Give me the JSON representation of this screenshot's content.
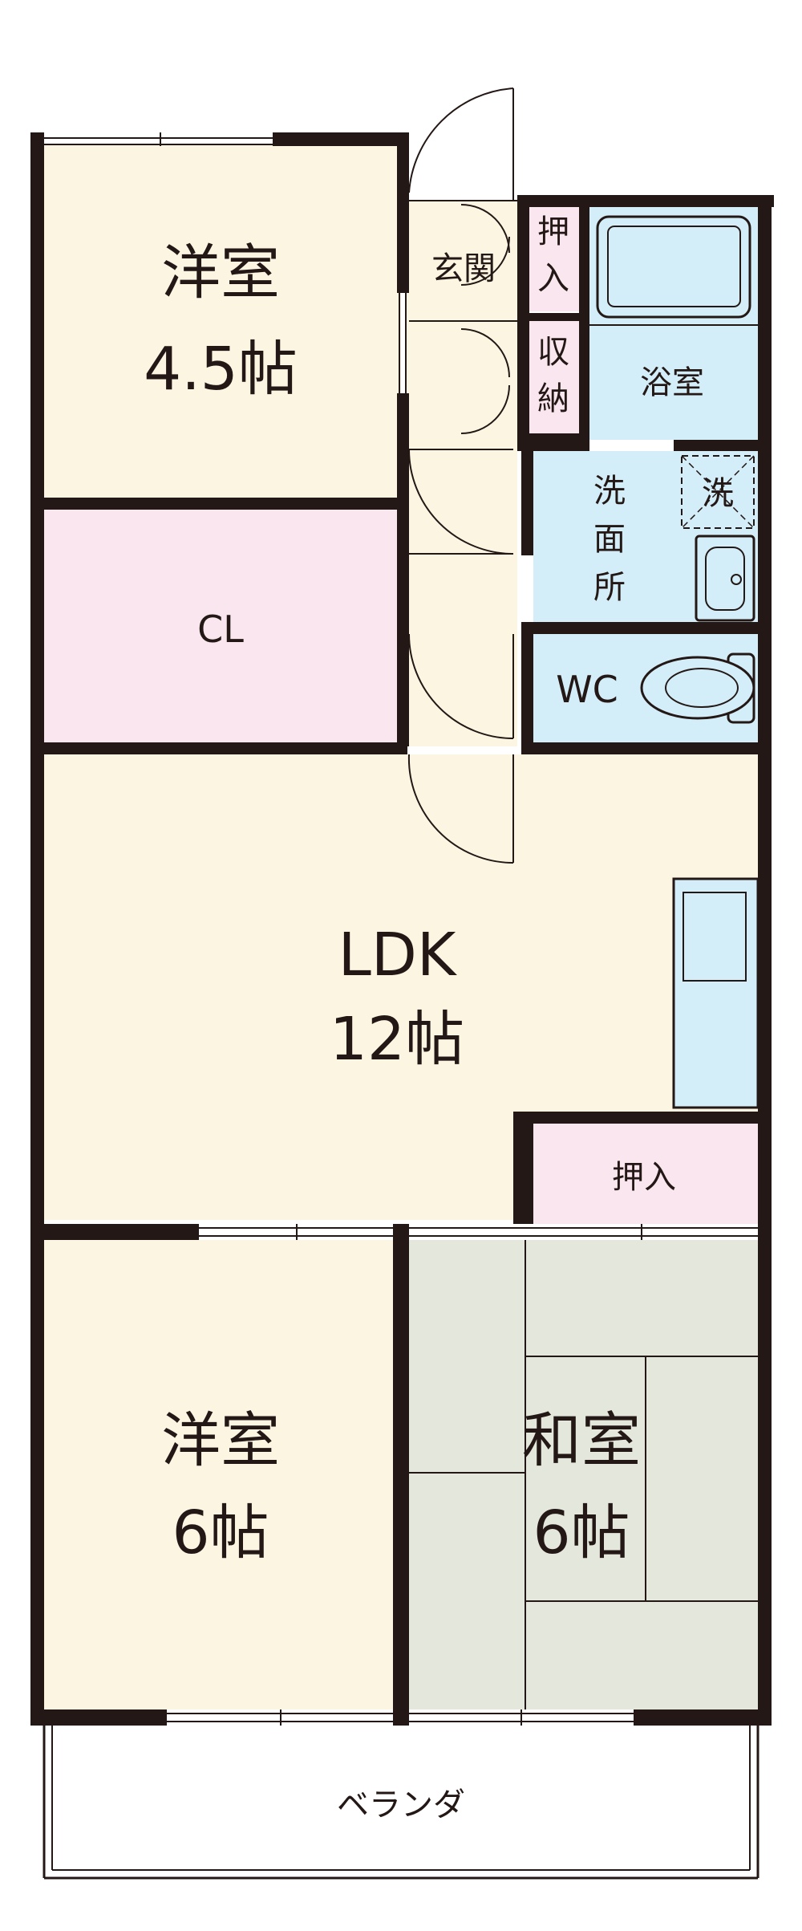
{
  "colors": {
    "wall": "#231815",
    "western_room": "#FCF5E2",
    "closet": "#F9E6EE",
    "wet_area": "#D3EEF9",
    "tatami": "#E4E8DC",
    "balcony": "#FFFFFF"
  },
  "rooms": {
    "western_top": {
      "name": "洋室",
      "size": "4.5帖"
    },
    "closet_cl": {
      "name": "CL"
    },
    "entrance": {
      "name": "玄関"
    },
    "storage_top": {
      "name": "押入"
    },
    "storage_mid": {
      "name": "収納"
    },
    "bath": {
      "name": "浴室"
    },
    "washroom": {
      "name": "洗面所",
      "chars": [
        "洗",
        "面",
        "所"
      ]
    },
    "washer": {
      "name": "洗"
    },
    "wc": {
      "name": "WC"
    },
    "ldk": {
      "name": "LDK",
      "size": "12帖"
    },
    "storage_ldk": {
      "name": "押入"
    },
    "western_bottom": {
      "name": "洋室",
      "size": "6帖"
    },
    "japanese": {
      "name": "和室",
      "size": "6帖"
    },
    "balcony": {
      "name": "ベランダ"
    }
  },
  "fixtures": [
    "bathtub-icon",
    "washbasin-icon",
    "toilet-icon",
    "kitchen-counter-icon",
    "door-swing-icon"
  ]
}
